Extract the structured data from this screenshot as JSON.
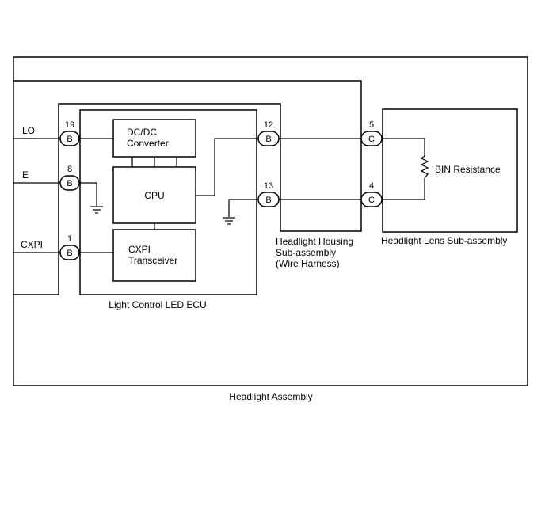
{
  "headlight_assembly": {
    "label": "Headlight Assembly"
  },
  "ecu": {
    "label": "Light Control LED ECU",
    "dcdc": {
      "line1": "DC/DC",
      "line2": "Converter"
    },
    "cpu": {
      "label": "CPU"
    },
    "cxpi": {
      "line1": "CXPI",
      "line2": "Transceiver"
    }
  },
  "housing": {
    "line1": "Headlight Housing",
    "line2": "Sub-assembly",
    "line3": "(Wire Harness)"
  },
  "lens": {
    "label": "Headlight Lens Sub-assembly",
    "resistor_label": "BIN Resistance"
  },
  "signals": {
    "lo": "LO",
    "e": "E",
    "cxpi": "CXPI"
  },
  "pins": {
    "lo": {
      "number": "19",
      "connector": "B"
    },
    "e": {
      "number": "8",
      "connector": "B"
    },
    "cxpi": {
      "number": "1",
      "connector": "B"
    },
    "cpu_out": {
      "number": "12",
      "connector": "B"
    },
    "gnd_out": {
      "number": "13",
      "connector": "B"
    },
    "lens_top": {
      "number": "5",
      "connector": "C"
    },
    "lens_bottom": {
      "number": "4",
      "connector": "C"
    }
  }
}
